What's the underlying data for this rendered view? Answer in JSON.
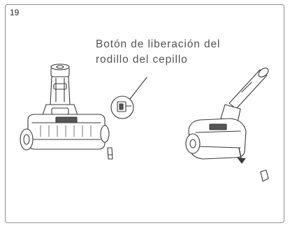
{
  "page": {
    "step_number": "19",
    "callout_line_1": "Botón de liberación del",
    "callout_line_2": "rodillo del cepillo"
  }
}
